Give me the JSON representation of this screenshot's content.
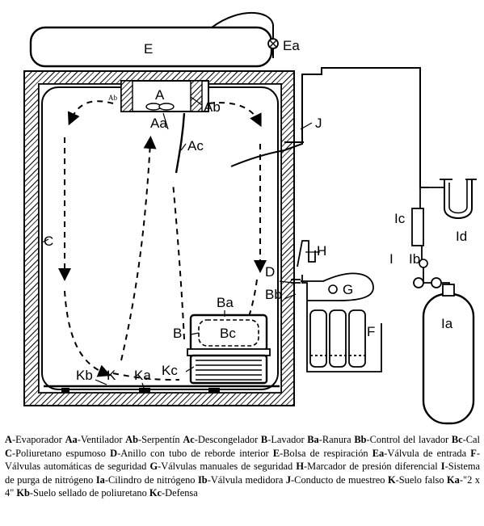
{
  "labels": {
    "A": "A",
    "Aa": "Aa",
    "Ab": "Ab",
    "Ab_small": "Ab",
    "Ac": "Ac",
    "B": "B",
    "Ba": "Ba",
    "Bb": "Bb",
    "Bc": "Bc",
    "C": "C",
    "D": "D",
    "E": "E",
    "Ea": "Ea",
    "F": "F",
    "G": "G",
    "H": "H",
    "I": "I",
    "Ia": "Ia",
    "Ib": "Ib",
    "Ic": "Ic",
    "Id": "Id",
    "J": "J",
    "K": "K",
    "Ka": "Ka",
    "Kb": "Kb",
    "Kc": "Kc"
  },
  "legend": [
    {
      "code": "A",
      "text": "Evaporador"
    },
    {
      "code": "Aa",
      "text": "Ventilador"
    },
    {
      "code": "Ab",
      "text": "Serpentín"
    },
    {
      "code": "Ac",
      "text": "Descongelador"
    },
    {
      "code": "B",
      "text": "Lavador"
    },
    {
      "code": "Ba",
      "text": "Ranura"
    },
    {
      "code": "Bb",
      "text": "Control del lavador"
    },
    {
      "code": "Bc",
      "text": "Cal"
    },
    {
      "code": "C",
      "text": "Poliuretano espumoso"
    },
    {
      "code": "D",
      "text": "Anillo con tubo de reborde interior"
    },
    {
      "code": "E",
      "text": "Bolsa de respiración"
    },
    {
      "code": "Ea",
      "text": "Válvula de entrada"
    },
    {
      "code": "F",
      "text": "Válvulas automáticas de seguridad"
    },
    {
      "code": "G",
      "text": "Válvulas manuales de seguridad"
    },
    {
      "code": "H",
      "text": "Marcador de presión diferencial"
    },
    {
      "code": "I",
      "text": "Sistema de purga de nitrógeno"
    },
    {
      "code": "Ia",
      "text": "Cilindro de nitrógeno"
    },
    {
      "code": "Ib",
      "text": "Válvula medidora"
    },
    {
      "code": "J",
      "text": "Conducto de muestreo"
    },
    {
      "code": "K",
      "text": "Suelo falso"
    },
    {
      "code": "Ka",
      "text": "\"2 x 4\""
    },
    {
      "code": "Kb",
      "text": "Suelo sellado de poliuretano"
    },
    {
      "code": "Kc",
      "text": "Defensa"
    }
  ]
}
